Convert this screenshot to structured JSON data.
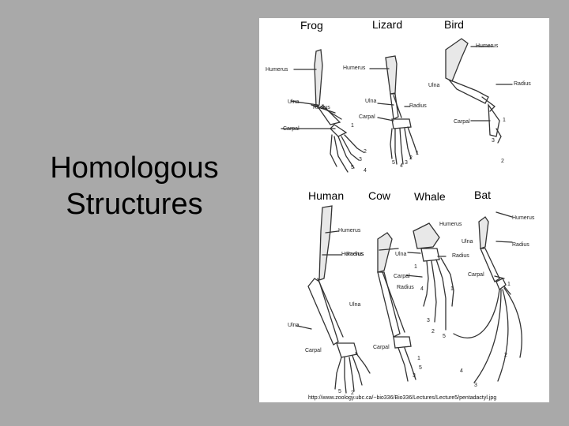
{
  "slide": {
    "title_line1": "Homologous",
    "title_line2": "Structures",
    "background_color": "#a9a9a9"
  },
  "figure": {
    "animals": [
      "Frog",
      "Lizard",
      "Bird",
      "Human",
      "Cow",
      "Whale",
      "Bat"
    ],
    "bone_labels": {
      "frog": [
        "Humerus",
        "Ulna",
        "Radius",
        "Carpal"
      ],
      "lizard": [
        "Humerus",
        "Ulna",
        "Radius",
        "Carpal"
      ],
      "bird": [
        "Humerus",
        "Ulna",
        "Radius",
        "Carpal"
      ],
      "human": [
        "Humerus",
        "Ulna",
        "Radius",
        "Carpal"
      ],
      "cow": [
        "Humerus",
        "Ulna",
        "Radius",
        "Carpal"
      ],
      "whale": [
        "Humerus",
        "Ulna",
        "Radius",
        "Carpal"
      ],
      "bat": [
        "Humerus",
        "Ulna",
        "Radius",
        "Carpal"
      ]
    },
    "digit_numbers": [
      "1",
      "2",
      "3",
      "4",
      "5"
    ],
    "source_url": "http://www.zoology.ubc.ca/~bio336/Bio336/Lectures/Lecture5/pentadactyl.jpg"
  }
}
